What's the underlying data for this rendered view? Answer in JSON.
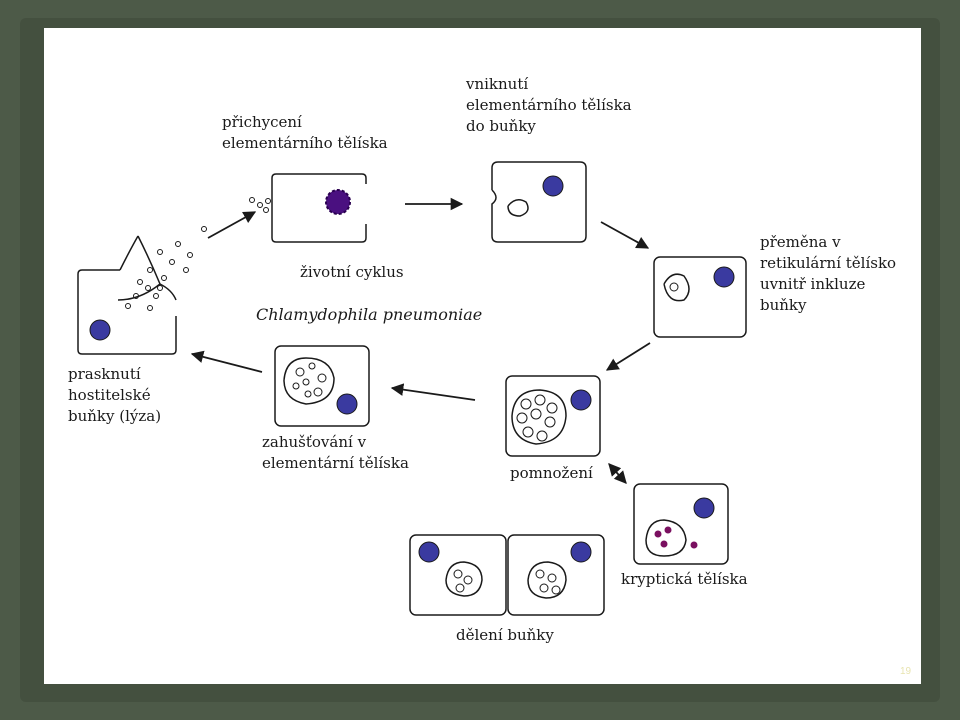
{
  "labels": {
    "attach": [
      "přichycení",
      "elementárního tělíska"
    ],
    "entry": [
      "vniknutí",
      "elementárního tělíska",
      "do buňky"
    ],
    "transform": [
      "přeměna v",
      "retikulární tělísko",
      "uvnitř inkluze",
      "buňky"
    ],
    "cycle": "životní cyklus",
    "species": "Chlamydophila pneumoniae",
    "lysis": [
      "prasknutí",
      "hostitelské",
      "buňky (lýza)"
    ],
    "condense": [
      "zahušťování v",
      "elementární tělíska"
    ],
    "multiply": "pomnožení",
    "cryptic": "kryptická tělíska",
    "division": "dělení buňky"
  },
  "page_number": "19",
  "colors": {
    "background": "#4d5a48",
    "slide": "#ffffff",
    "nucleus": "#3a3aa0",
    "elementary_body": "#4a1080",
    "cryptic_body": "#7a1060",
    "outline": "#1a1a1a"
  }
}
